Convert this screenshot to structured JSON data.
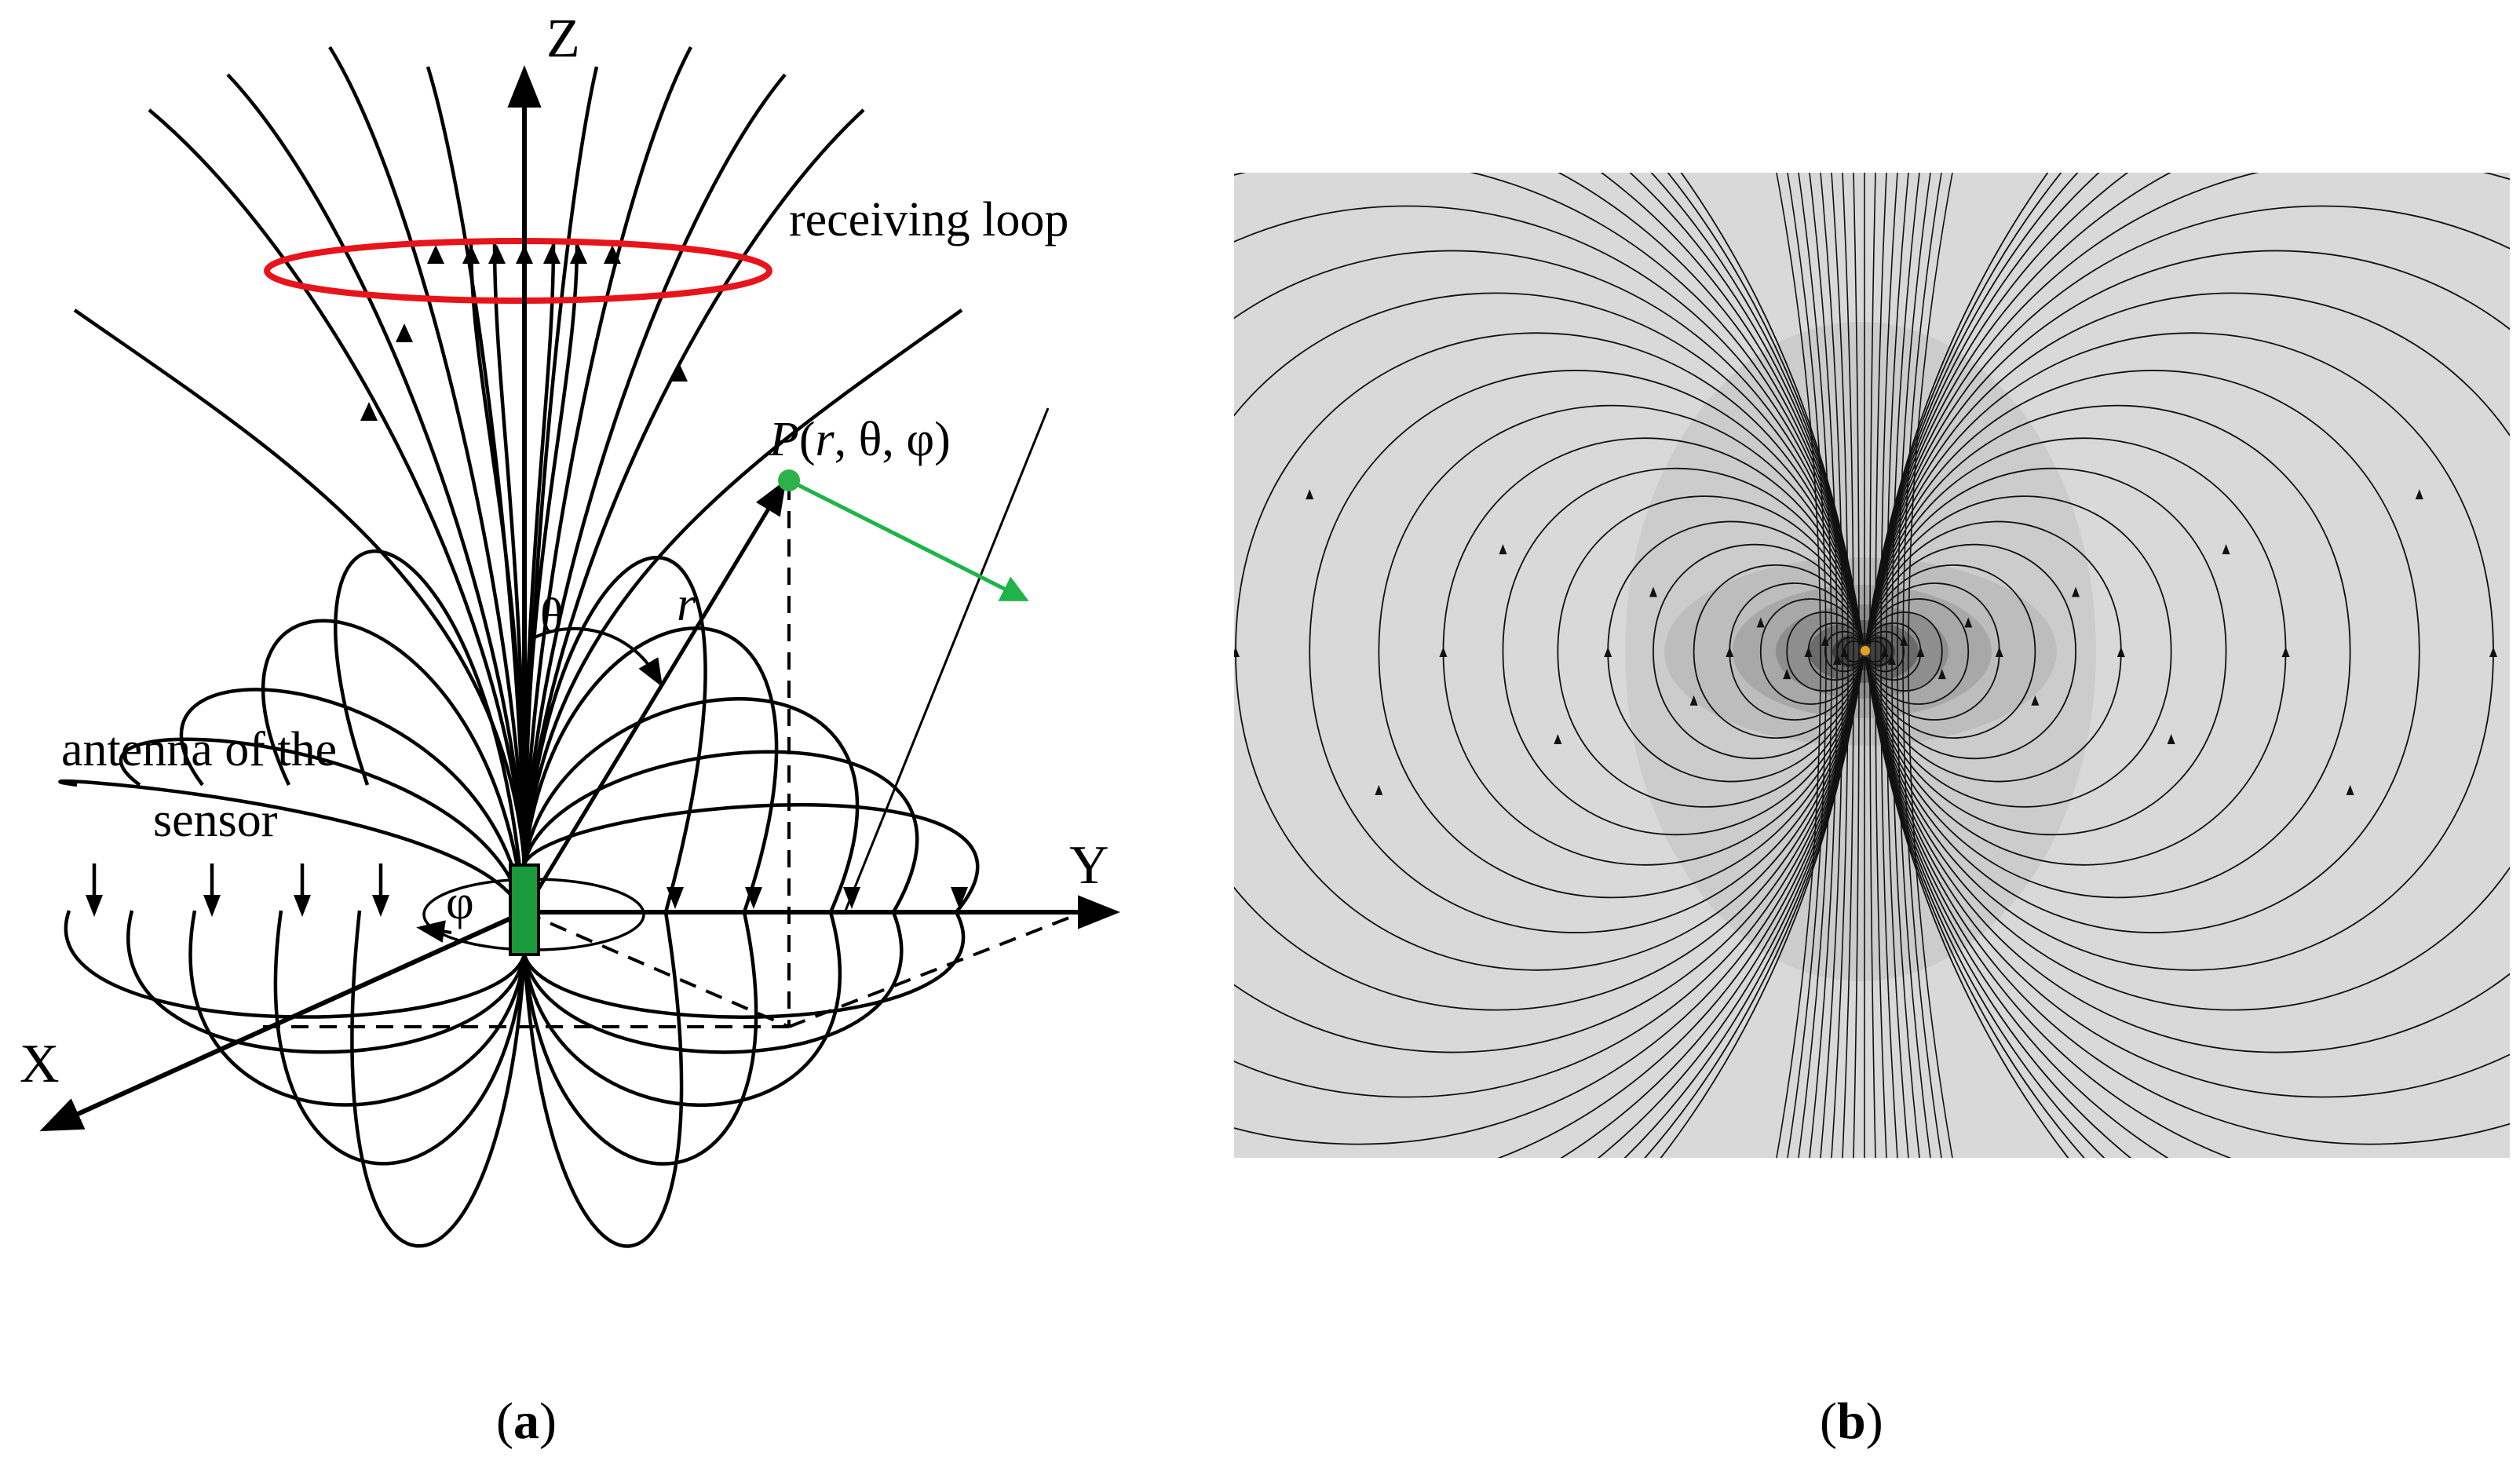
{
  "panel_a": {
    "axis_z": "Z",
    "axis_y": "Y",
    "axis_x": "X",
    "receiving_loop": "receiving loop",
    "point_label": {
      "p": "P",
      "open": "(",
      "r": "r",
      "rest": ", θ, φ)"
    },
    "radius_label": "r",
    "theta_label": "θ",
    "phi_label": "φ",
    "antenna_line1": "antenna of the",
    "antenna_line2": "sensor",
    "caption": {
      "open": "(",
      "letter": "a",
      "close": ")"
    },
    "colors": {
      "loop": "#e8141b",
      "sensor": "#1a9a3a",
      "point": "#2bb34a",
      "field": "#000000"
    }
  },
  "panel_b": {
    "caption": {
      "open": "(",
      "letter": "b",
      "close": ")"
    },
    "colors": {
      "background": "#d9d9d9",
      "core": "#2e2e2e",
      "source": "#e8a020"
    }
  }
}
